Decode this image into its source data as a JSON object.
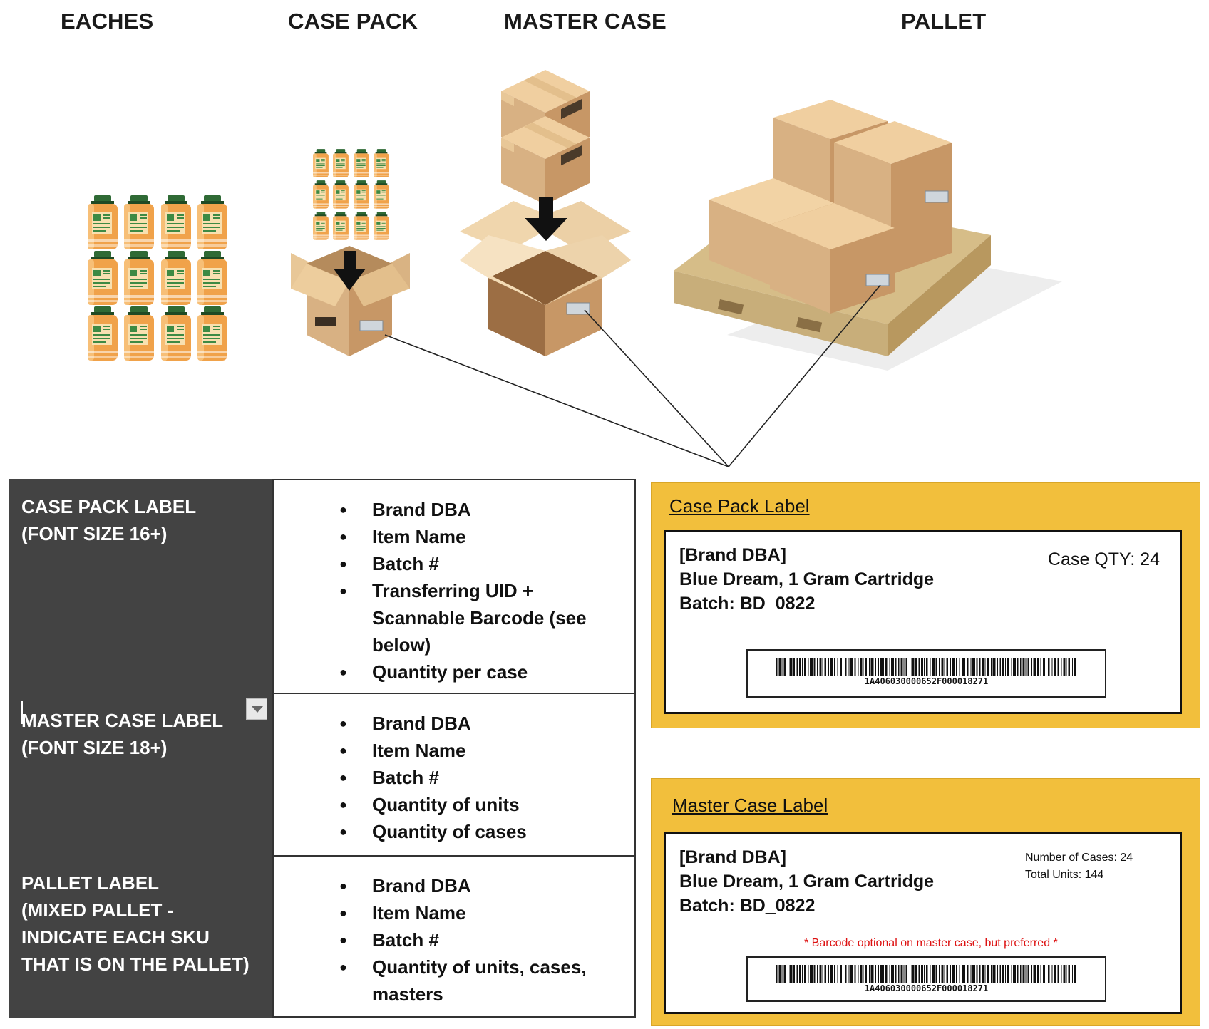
{
  "headings": {
    "eaches": "EACHES",
    "case_pack": "CASE PACK",
    "master_case": "MASTER CASE",
    "pallet": "PALLET"
  },
  "requirements": [
    {
      "title_lines": [
        "CASE PACK LABEL",
        "(FONT SIZE 16+)"
      ],
      "items": [
        "Brand DBA",
        "Item Name",
        "Batch #",
        "Transferring UID +",
        "Scannable Barcode (see",
        "below)",
        "Quantity per case"
      ]
    },
    {
      "title_lines": [
        "MASTER CASE LABEL",
        "(FONT SIZE 18+)"
      ],
      "items": [
        "Brand DBA",
        "Item Name",
        "Batch #",
        "Quantity of units",
        "Quantity of cases"
      ]
    },
    {
      "title_lines": [
        "PALLET LABEL",
        "(MIXED PALLET -",
        "INDICATE EACH SKU",
        "THAT IS ON THE PALLET)"
      ],
      "items": [
        "Brand DBA",
        "Item Name",
        "Batch #",
        "Quantity of units, cases,",
        "masters"
      ]
    }
  ],
  "case_pack_label": {
    "panel_title": "Case Pack Label",
    "brand": "[Brand DBA]",
    "item": "Blue Dream, 1 Gram Cartridge",
    "batch": "Batch: BD_0822",
    "qty": "Case QTY: 24",
    "barcode_number": "1A406030000652F000018271"
  },
  "master_case_label": {
    "panel_title": "Master Case Label",
    "brand": "[Brand DBA]",
    "item": "Blue Dream, 1 Gram Cartridge",
    "batch": "Batch: BD_0822",
    "cases": "Number of Cases: 24",
    "units": "Total Units: 144",
    "note": "* Barcode optional on master case, but preferred *",
    "barcode_number": "1A406030000652F000018271"
  },
  "colors": {
    "panel_yellow": "#f2bf3c",
    "table_dark": "#434343",
    "box_kraft": "#d8b183",
    "jar_orange": "#f0a24a",
    "jar_green": "#2f6a35",
    "note_red": "#dd1111"
  },
  "icons": [
    "jar-icon",
    "carton-icon",
    "down-arrow-icon",
    "pallet-icon",
    "barcode-icon",
    "dropdown-icon"
  ]
}
